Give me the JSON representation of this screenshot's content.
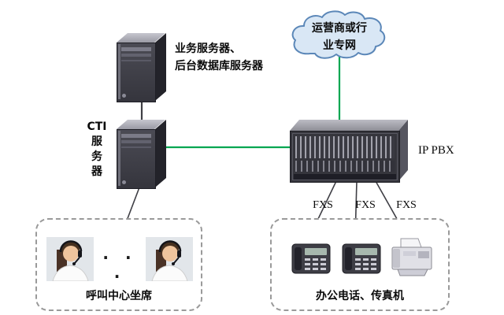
{
  "diagram": {
    "cloud_label": "运营商或行\n业专网",
    "app_server_label": "业务服务器、\n后台数据库服务器",
    "cti_server_label": "CTI\n服\n务\n器",
    "ip_pbx_label": "IP PBX",
    "fxs_labels": [
      "FXS",
      "FXS",
      "FXS"
    ],
    "call_center": {
      "label": "呼叫中心坐席",
      "ellipsis": "· · ·"
    },
    "office": {
      "label": "办公电话、传真机"
    },
    "colors": {
      "link_green": "#00a651",
      "link_dark": "#3f3f45",
      "cloud_fill": "#d9e7f5",
      "cloud_stroke": "#5b87b8"
    }
  }
}
